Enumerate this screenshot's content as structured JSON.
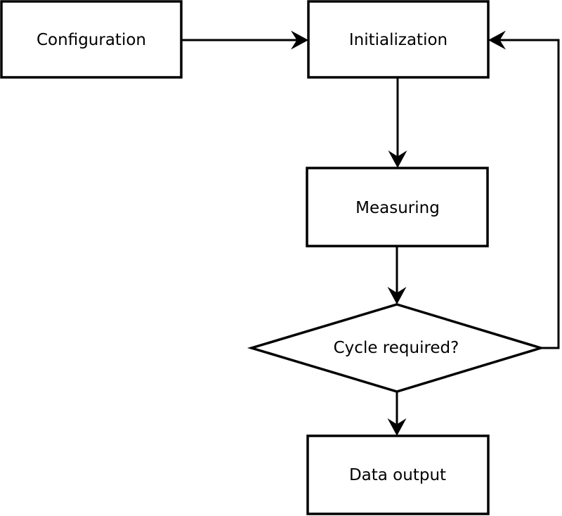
{
  "diagram": {
    "type": "flowchart",
    "colors": {
      "stroke": "#000000",
      "node_fill": "#ffffff",
      "background": "#ffffff",
      "text": "#000000"
    },
    "nodes": {
      "configuration": {
        "label": "Configuration",
        "shape": "rectangle"
      },
      "initialization": {
        "label": "Initialization",
        "shape": "rectangle"
      },
      "measuring": {
        "label": "Measuring",
        "shape": "rectangle"
      },
      "cycle_required": {
        "label": "Cycle required?",
        "shape": "diamond"
      },
      "data_output": {
        "label": "Data output",
        "shape": "rectangle"
      }
    },
    "edges": [
      {
        "from": "configuration",
        "to": "initialization",
        "direction": "right"
      },
      {
        "from": "initialization",
        "to": "measuring",
        "direction": "down"
      },
      {
        "from": "measuring",
        "to": "cycle_required",
        "direction": "down"
      },
      {
        "from": "cycle_required",
        "to": "data_output",
        "direction": "down"
      },
      {
        "from": "cycle_required",
        "to": "initialization",
        "direction": "loop-right-up"
      }
    ]
  }
}
